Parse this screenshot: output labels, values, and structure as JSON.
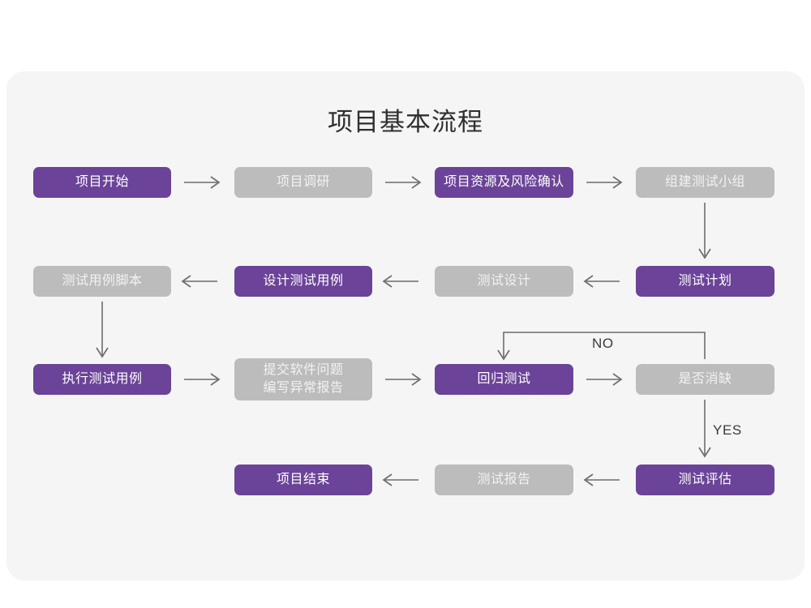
{
  "page": {
    "title": "项目基本流程",
    "background": "#ffffff",
    "card_background": "#f5f5f5",
    "accent_purple": "#6b4398",
    "accent_gray": "#bcbcbc",
    "arrow_color": "#6d6d6d"
  },
  "nodes": [
    {
      "id": "n1",
      "label": "项目开始",
      "style": "purple",
      "row": 1,
      "col": 1
    },
    {
      "id": "n2",
      "label": "项目调研",
      "style": "gray",
      "row": 1,
      "col": 2
    },
    {
      "id": "n3",
      "label": "项目资源及风险确认",
      "style": "purple",
      "row": 1,
      "col": 3
    },
    {
      "id": "n4",
      "label": "组建测试小组",
      "style": "gray",
      "row": 1,
      "col": 4
    },
    {
      "id": "n5",
      "label": "测试用例脚本",
      "style": "gray",
      "row": 2,
      "col": 1
    },
    {
      "id": "n6",
      "label": "设计测试用例",
      "style": "purple",
      "row": 2,
      "col": 2
    },
    {
      "id": "n7",
      "label": "测试设计",
      "style": "gray",
      "row": 2,
      "col": 3
    },
    {
      "id": "n8",
      "label": "测试计划",
      "style": "purple",
      "row": 2,
      "col": 4
    },
    {
      "id": "n9",
      "label": "执行测试用例",
      "style": "purple",
      "row": 3,
      "col": 1
    },
    {
      "id": "n10",
      "label": "提交软件问题\n编写异常报告",
      "style": "gray",
      "row": 3,
      "col": 2
    },
    {
      "id": "n11",
      "label": "回归测试",
      "style": "purple",
      "row": 3,
      "col": 3
    },
    {
      "id": "n12",
      "label": "是否消缺",
      "style": "gray",
      "row": 3,
      "col": 4
    },
    {
      "id": "n13",
      "label": "项目结束",
      "style": "purple",
      "row": 4,
      "col": 2
    },
    {
      "id": "n14",
      "label": "测试报告",
      "style": "gray",
      "row": 4,
      "col": 3
    },
    {
      "id": "n15",
      "label": "测试评估",
      "style": "purple",
      "row": 4,
      "col": 4
    }
  ],
  "edge_labels": {
    "no": "NO",
    "yes": "YES"
  }
}
